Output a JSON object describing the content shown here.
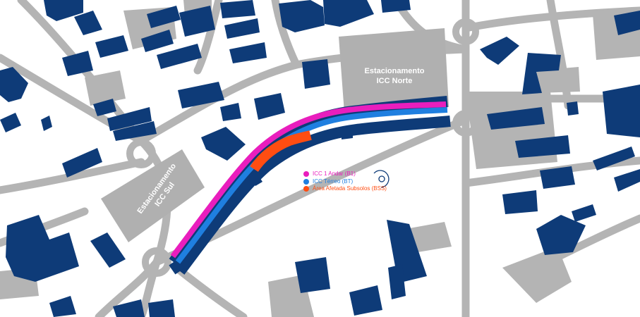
{
  "map": {
    "parking": [
      {
        "id": "norte",
        "line1": "Estacionamento",
        "line2": "ICC Norte"
      },
      {
        "id": "sul",
        "line1": "Estacionamento",
        "line2": "ICC Sul"
      }
    ],
    "legend": [
      {
        "label": "ICC 1 Andar (B1)",
        "color": "#e91ebd"
      },
      {
        "label": "ICC Térreo (BT)",
        "color": "#1f7fe0"
      },
      {
        "label": "Área Afetada Subsolos (BSS)",
        "color": "#ff4d12"
      }
    ],
    "colors": {
      "background": "#ffffff",
      "road": "#b4b4b4",
      "building": "#0e3b78",
      "parking_lot": "#b0b0b0",
      "floor_b1": "#e91ebd",
      "floor_bt": "#1f7fe0",
      "floor_bss": "#ff4d12"
    },
    "icons": [
      "compass-icon"
    ]
  }
}
